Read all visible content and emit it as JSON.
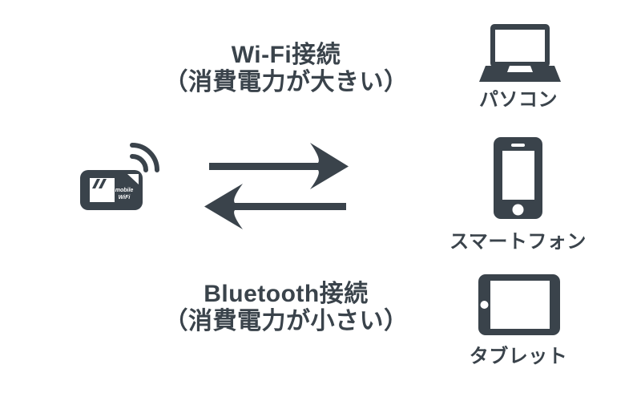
{
  "colors": {
    "ink": "#3a434b",
    "background": "#ffffff"
  },
  "headings": {
    "wifi": {
      "title": "Wi-Fi接続",
      "note": "（消費電力が大きい）"
    },
    "bluetooth": {
      "title": "Bluetooth接続",
      "note": "（消費電力が小さい）"
    }
  },
  "router": {
    "brand_line1": "mobile",
    "brand_line2": "WiFi"
  },
  "devices": {
    "laptop": {
      "label": "パソコン"
    },
    "smartphone": {
      "label": "スマートフォン"
    },
    "tablet": {
      "label": "タブレット"
    }
  }
}
